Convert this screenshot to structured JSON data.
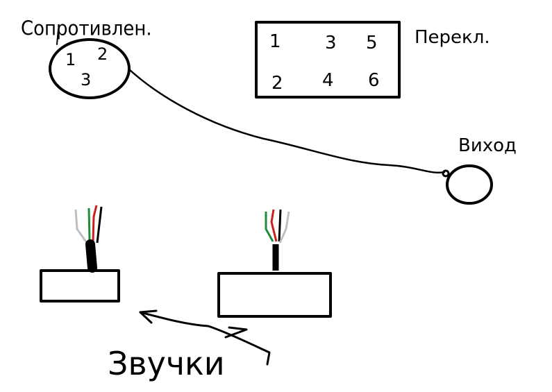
{
  "labels": {
    "resistor": "Сопротивлен.",
    "switch": "Перекл.",
    "output": "Виход",
    "speakers": "Звучки"
  },
  "resistor_pins": [
    "1",
    "2",
    "3"
  ],
  "switch_pins": [
    "1",
    "3",
    "5",
    "2",
    "4",
    "6"
  ],
  "wire_colors": {
    "gray": "#bfbfbf",
    "green": "#1e8c3a",
    "red": "#c81e1e",
    "black": "#000000"
  }
}
